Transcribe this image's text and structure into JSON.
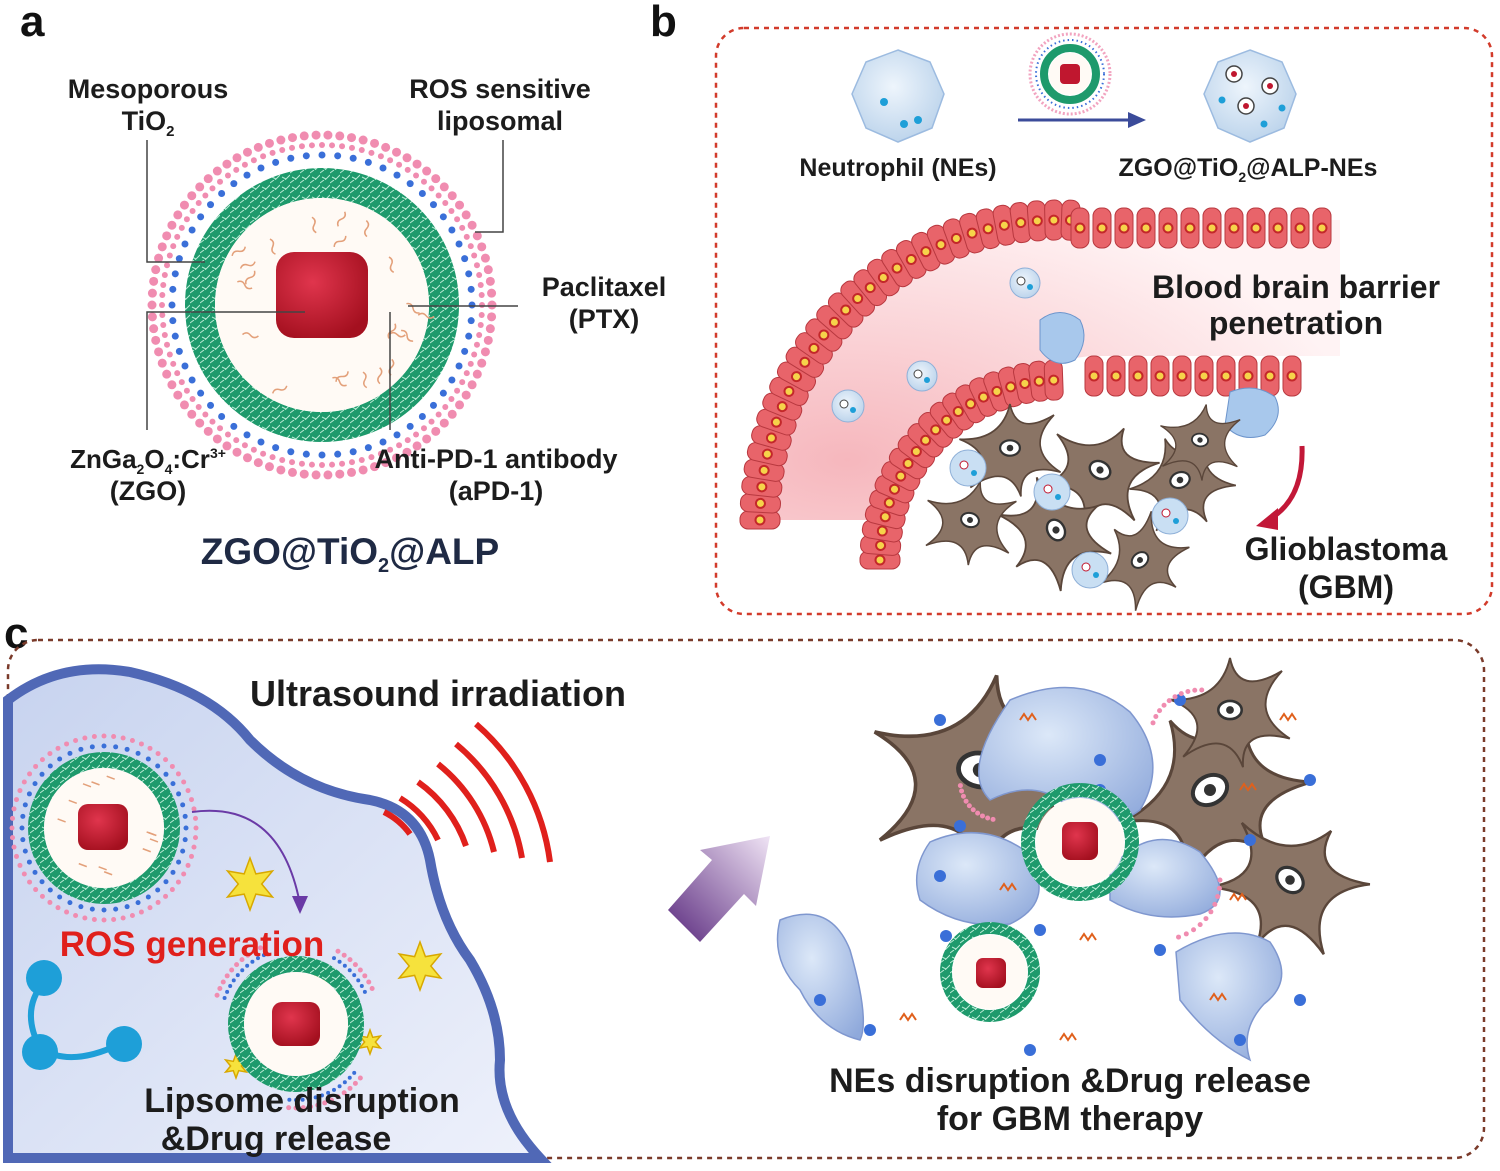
{
  "panel_a": {
    "letter": "a",
    "labels": {
      "mesoporous_1": "Mesoporous",
      "mesoporous_2": "TiO",
      "mesoporous_sub": "2",
      "ros_1": "ROS sensitive",
      "ros_2": "liposomal",
      "ptx_1": "Paclitaxel",
      "ptx_2": "(PTX)",
      "zgo_1a": "ZnGa",
      "zgo_1_sub1": "2",
      "zgo_1b": "O",
      "zgo_1_sub2": "4",
      "zgo_1c": ":Cr",
      "zgo_1_sup": "3+",
      "zgo_2": "(ZGO)",
      "apd1_1": "Anti-PD-1 antibody",
      "apd1_2": "(aPD-1)"
    },
    "title_a": "ZGO@TiO",
    "title_sub": "2",
    "title_b": "@ALP"
  },
  "panel_b": {
    "letter": "b",
    "neutrophil": "Neutrophil (NEs)",
    "loaded_a": "ZGO@TiO",
    "loaded_sub": "2",
    "loaded_b": "@ALP-NEs",
    "bbb_1": "Blood brain barrier",
    "bbb_2": "penetration",
    "gbm_1": "Glioblastoma",
    "gbm_2": "(GBM)"
  },
  "panel_c": {
    "letter": "c",
    "ultrasound": "Ultrasound irradiation",
    "ros_generation": "ROS generation",
    "lipsome_1": "Lipsome disruption",
    "lipsome_2": "&Drug release",
    "nes_1": "NEs disruption &Drug release",
    "nes_2": "for GBM therapy"
  },
  "colors": {
    "shell_green": "#1f9a6e",
    "core_red": "#c0172f",
    "lipid_pink": "#f08cb0",
    "lipid_blue": "#3a6fd8",
    "neutrophil_blue": "#c9dff3",
    "endothelium_red": "#e8646a",
    "glioma_brown": "#8a7465",
    "ros_red": "#e0201c",
    "border_red": "#d23b2b",
    "border_brown": "#7a3a2a",
    "title_navy": "#1f2a44"
  }
}
